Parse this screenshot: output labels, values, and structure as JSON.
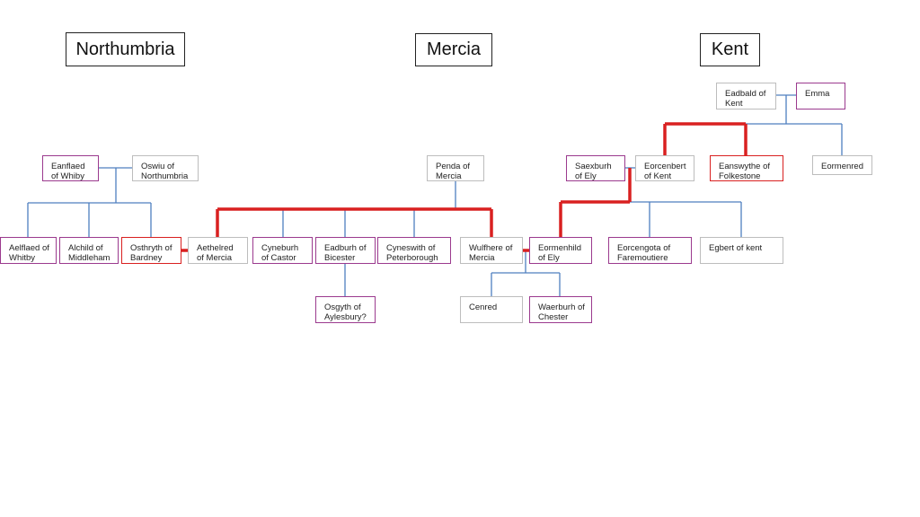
{
  "regions": {
    "northumbria": "Northumbria",
    "mercia": "Mercia",
    "kent": "Kent"
  },
  "people": {
    "eanflaed": "Eanflaed\nof Whiby",
    "oswiu": "Oswiu of\nNorthumbria",
    "aelflaed": "Aelflaed of\nWhitby",
    "alchild": "Alchild of\nMiddleham",
    "osthryth": "Osthryth of\nBardney",
    "penda": "Penda  of\nMercia",
    "aethelred": "Aethelred\nof Mercia",
    "cyneburh": "Cyneburh\nof Castor",
    "eadburh": "Eadburh of\nBicester",
    "cyneswith": "Cyneswith of\nPeterborough",
    "wulfhere": "Wulfhere of\nMercia",
    "osgyth": "Osgyth of\nAylesbury?",
    "cenred": "Cenred",
    "waerburh": "Waerburh of\nChester",
    "eadbald": "Eadbald of\nKent",
    "emma": "Emma",
    "saexburh": "Saexburh\nof Ely",
    "eorcenbert": "Eorcenbert\nof Kent",
    "eanswythe": "Eanswythe of\nFolkestone",
    "eormenred": "Eormenred",
    "eormenhild": "Eormenhild\nof Ely",
    "eorcengota": "Eorcengota of\nFaremoutiere",
    "egbert": "Egbert of kent"
  },
  "colors": {
    "female_border": "#9b3a8e",
    "male_border": "#bdbdbd",
    "highlight": "#d92020",
    "connector": "#4f7fbf"
  }
}
